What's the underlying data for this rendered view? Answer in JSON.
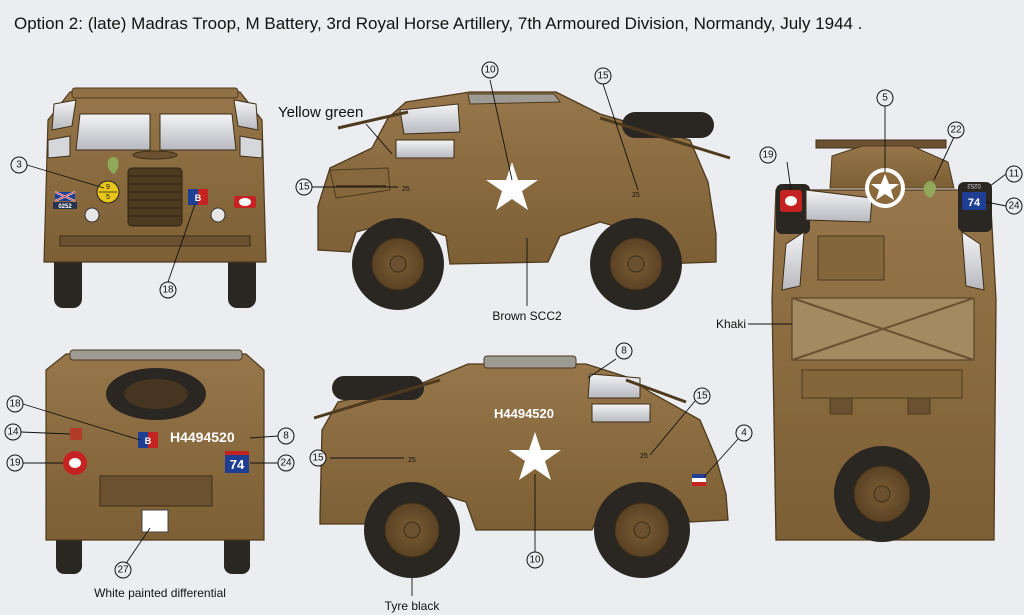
{
  "title": "Option 2:  (late) Madras Troop, M Battery, 3rd Royal Horse Artillery, 7th Armoured Division, Normandy, July 1944 .",
  "labels": {
    "yellow_green": "Yellow green",
    "brown": "Brown SCC2",
    "khaki": "Khaki",
    "differential": "White painted differential",
    "tyre": "Tyre black"
  },
  "markings": {
    "reg_number": "H4494520",
    "bridge_class": "25",
    "unit_code": "74",
    "plate": "0252",
    "plate_rev": "0252",
    "tac_letter": "B",
    "bridge_top": "9",
    "bridge_bottom": "5"
  },
  "callouts": {
    "c3": "3",
    "c18a": "18",
    "c10a": "10",
    "c15a": "15",
    "c15b": "15",
    "c5": "5",
    "c19a": "19",
    "c22": "22",
    "c11": "11",
    "c24a": "24",
    "c18b": "18",
    "c14": "14",
    "c19b": "19",
    "c8a": "8",
    "c24b": "24",
    "c27": "27",
    "c8b": "8",
    "c15c": "15",
    "c15d": "15",
    "c4": "4",
    "c10b": "10"
  },
  "colors": {
    "brown": "#8a6a3c",
    "brown_dark": "#5e4624",
    "khaki": "#9c7f52",
    "tyre": "#2a2622",
    "yellow_green": "#8fa85a",
    "background": "#ecedf0"
  }
}
